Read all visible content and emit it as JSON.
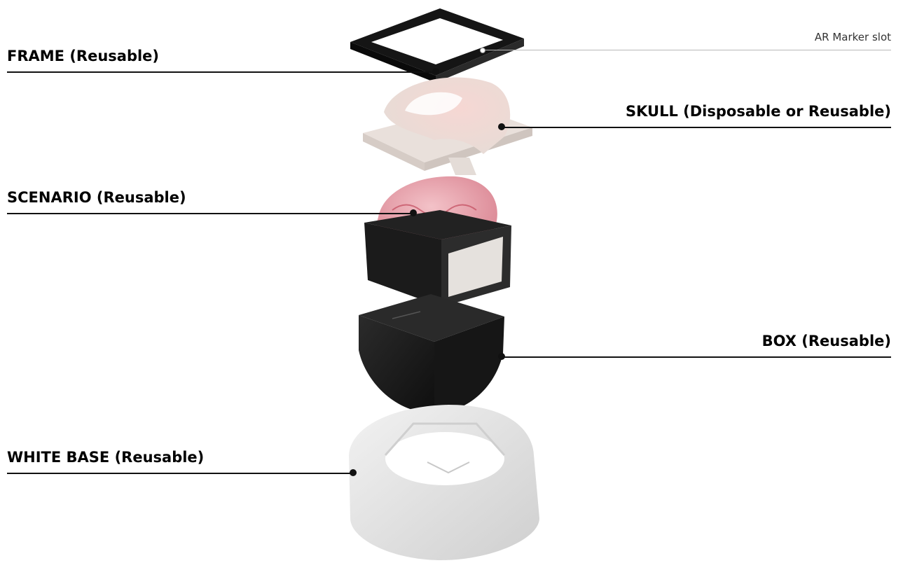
{
  "labels": {
    "frame": "FRAME (Reusable)",
    "skull": "SKULL (Disposable or Reusable)",
    "scenario": "SCENARIO (Reusable)",
    "box": "BOX  (Reusable)",
    "white_base": "WHITE BASE (Reusable)",
    "ar_marker": "AR Marker slot"
  },
  "colors": {
    "frame": "#1a1a1a",
    "skull": "#efe6e1",
    "brain": "#e39aa5",
    "box": "#1c1c1c",
    "base": "#e6e6e6",
    "leader": "#111111"
  }
}
